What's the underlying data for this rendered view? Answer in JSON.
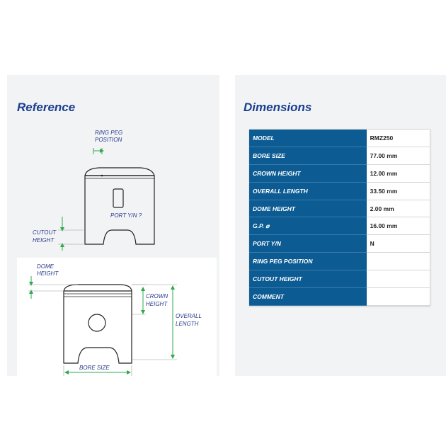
{
  "reference": {
    "title": "Reference",
    "labels": {
      "ring_peg_position_l1": "RING PEG",
      "ring_peg_position_l2": "POSITION",
      "port": "PORT Y/N ?",
      "cutout_height_l1": "CUTOUT",
      "cutout_height_l2": "HEIGHT",
      "dome_height_l1": "DOME",
      "dome_height_l2": "HEIGHT",
      "crown_height_l1": "CROWN",
      "crown_height_l2": "HEIGHT",
      "overall_length_l1": "OVERALL",
      "overall_length_l2": "LENGTH",
      "bore_size": "BORE SIZE"
    },
    "colors": {
      "title": "#1a3f8f",
      "label": "#2a3a8c",
      "arrow": "#2fa84f",
      "outline": "#222222"
    }
  },
  "dimensions": {
    "title": "Dimensions",
    "rows": [
      {
        "key": "MODEL",
        "value": "RMZ250"
      },
      {
        "key": "BORE SIZE",
        "value": "77.00 mm"
      },
      {
        "key": "CROWN HEIGHT",
        "value": "12.00 mm"
      },
      {
        "key": "OVERALL LENGTH",
        "value": "33.50 mm"
      },
      {
        "key": "DOME HEIGHT",
        "value": "2.00 mm"
      },
      {
        "key": "G.P. ⌀",
        "value": "16.00 mm"
      },
      {
        "key": "PORT Y/N",
        "value": "N"
      },
      {
        "key": "RING PEG POSITION",
        "value": ""
      },
      {
        "key": "CUTOUT HEIGHT",
        "value": ""
      },
      {
        "key": "COMMENT",
        "value": ""
      }
    ],
    "colors": {
      "key_bg": "#0c5b93",
      "key_text": "#ffffff",
      "value_bg": "#ffffff"
    }
  }
}
